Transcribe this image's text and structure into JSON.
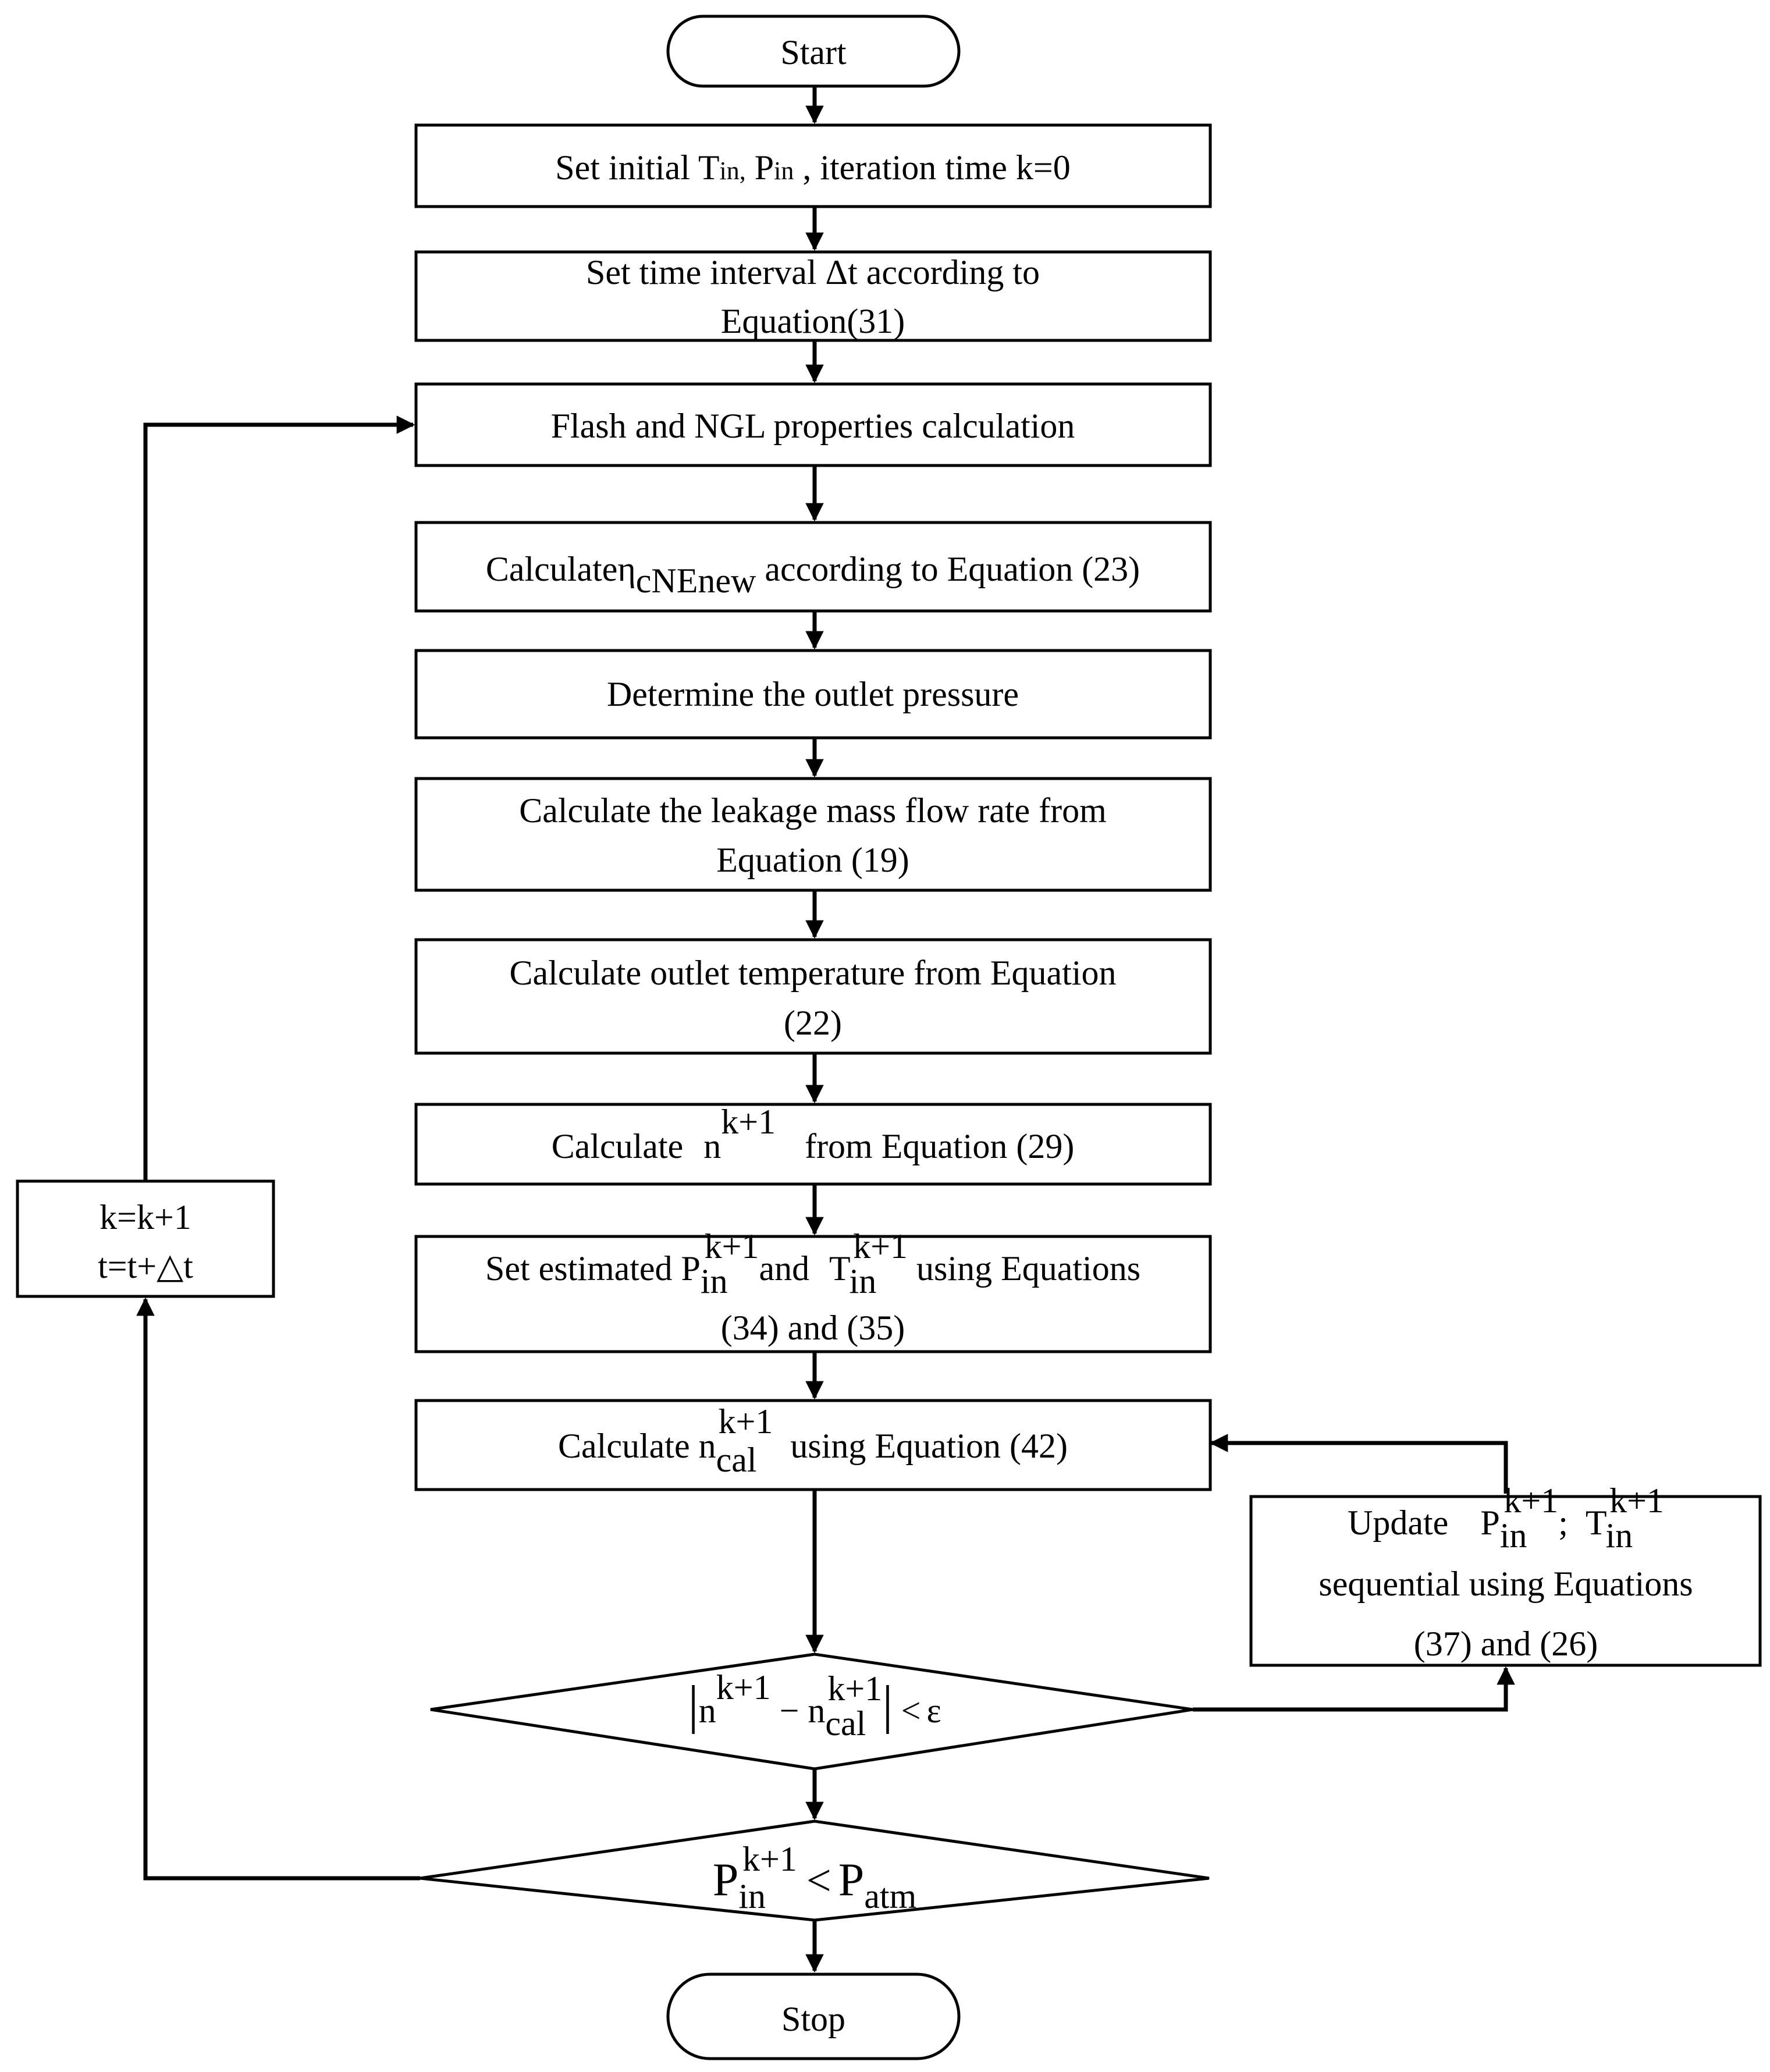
{
  "flowchart": {
    "start": "Start",
    "step1": {
      "pre": "Set  initial ",
      "T": "T",
      "in1": "in,",
      "P": "P",
      "in2": "in",
      "mid": " , iteration time ",
      "k": "k",
      "post": "=0"
    },
    "step2": {
      "line1_pre": "Set time interval  ",
      "delta": "Δ",
      "t": "t",
      "line1_post": " according to",
      "line2": "Equation(31)"
    },
    "step3": "Flash and NGL properties calculation",
    "step4": {
      "pre": "Calculate",
      "eta": "η",
      "eta_sub": "cNEnew",
      "post": " according to Equation (23)"
    },
    "step5": "Determine the outlet pressure",
    "step6": {
      "line1": "Calculate the leakage mass flow rate from",
      "line2": "Equation (19)"
    },
    "step7": {
      "line1": "Calculate outlet temperature from Equation",
      "line2": "(22)"
    },
    "step8": {
      "pre": "Calculate ",
      "n": "n",
      "sup": "k+1",
      "post": "from Equation (29)"
    },
    "step9": {
      "pre": "Set estimated ",
      "P": "P",
      "P_sub": "in",
      "P_sup": "k+1",
      "and": "and ",
      "T": "T",
      "T_sub": "in",
      "T_sup": "k+1",
      "post": " using Equations",
      "line2": "(34) and (35)"
    },
    "step10": {
      "pre": "Calculate ",
      "n": "n",
      "sub": "cal",
      "sup": "k+1",
      "post": "using Equation (42)"
    },
    "update": {
      "pre": "Update ",
      "P": "P",
      "P_sub": "in",
      "P_sup": "k+1",
      "sep": ";",
      "T": "T",
      "T_sub": "in",
      "T_sup": "k+1",
      "line2": "sequential using Equations",
      "line3": "(37) and (26)"
    },
    "decision1": {
      "bar_open": "|",
      "n": "n",
      "sup1": "k+1",
      "minus": " − ",
      "n2": "n",
      "sub2": "cal",
      "sup2": "k+1",
      "bar_close": "|",
      "lt": "<",
      "eps": "ε"
    },
    "decision2": {
      "P": "P",
      "P_sub": "in",
      "P_sup": "k+1",
      "lt": "<",
      "P2": "P",
      "P2_sub": "atm"
    },
    "increment": {
      "line1_k": "k",
      "line1_eq": "=",
      "line1_k2": "k",
      "line1_post": "+1",
      "line2_t": "t",
      "line2_eq": "=",
      "line2_t2": "t",
      "line2_post": "+△",
      "line2_t3": "t"
    },
    "stop": "Stop"
  }
}
